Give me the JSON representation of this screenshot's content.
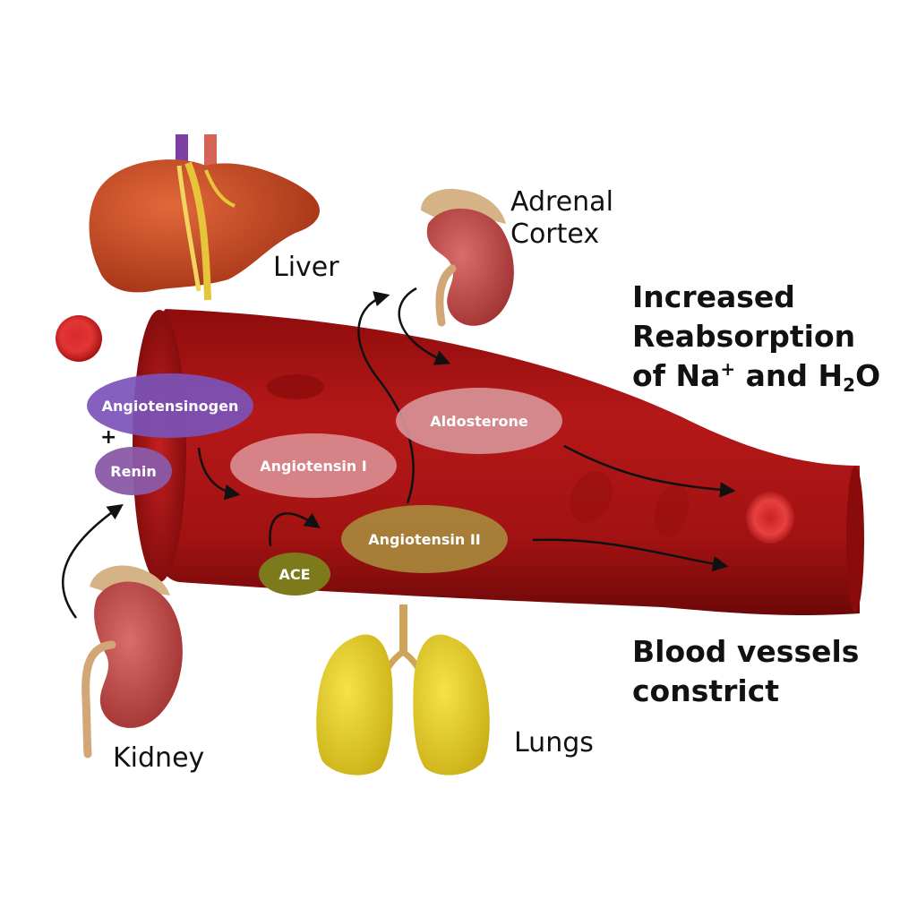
{
  "organs": {
    "liver": "Liver",
    "adrenal_line1": "Adrenal",
    "adrenal_line2": "Cortex",
    "kidney": "Kidney",
    "lungs": "Lungs"
  },
  "molecules": {
    "angiotensinogen": "Angiotensinogen",
    "plus": "+",
    "renin": "Renin",
    "angiotensin_i": "Angiotensin I",
    "ace": "ACE",
    "angiotensin_ii": "Angiotensin II",
    "aldosterone": "Aldosterone"
  },
  "effects": {
    "reabsorption_line1": "Increased",
    "reabsorption_line2": "Reabsorption",
    "reabsorption_line3_prefix": "of Na",
    "reabsorption_line3_sup": "+",
    "reabsorption_line3_mid": " and H",
    "reabsorption_line3_sub": "2",
    "reabsorption_line3_suffix": "O",
    "vessels_line1": "Blood vessels",
    "vessels_line2": "constrict"
  },
  "colors": {
    "vessel": "#b31515",
    "vessel_dark": "#7d0a0a",
    "angiotensinogen": "#7b52b8",
    "renin": "#8b5aa8",
    "angiotensin_i": "#d7858a",
    "ace": "#7d7a1c",
    "angiotensin_ii": "#a8843a",
    "aldosterone": "#d79598",
    "liver": "#c2461f",
    "kidney": "#c24a4a",
    "lungs": "#e2c51c"
  }
}
